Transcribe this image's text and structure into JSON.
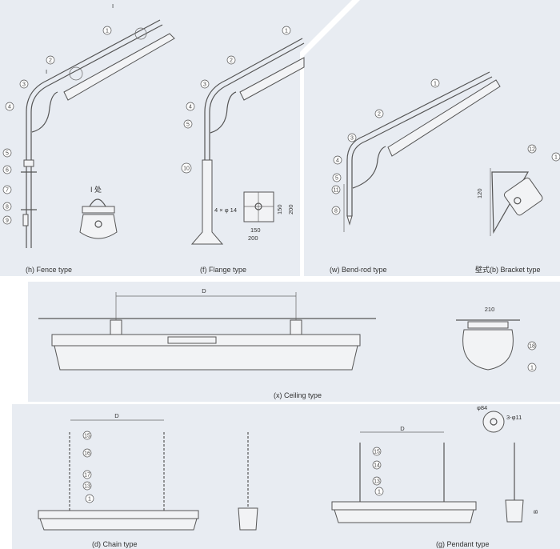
{
  "panels": {
    "fence": {
      "caption": "(h) Fence type",
      "detail_label": "I 处",
      "section_mark": "I",
      "callouts": [
        "1",
        "2",
        "3",
        "4",
        "5",
        "6",
        "7",
        "8",
        "9"
      ]
    },
    "flange": {
      "caption": "(f) Flange type",
      "callouts": [
        "1",
        "2",
        "3",
        "4",
        "5",
        "10"
      ],
      "hole_label": "4 × φ 14",
      "dim_inner": "150",
      "dim_outer": "200",
      "dim_inner_v": "150",
      "dim_outer_v": "200"
    },
    "bendrod": {
      "caption": "(w) Bend-rod type",
      "callouts": [
        "1",
        "2",
        "3",
        "4",
        "5",
        "11",
        "8"
      ]
    },
    "bracket": {
      "caption": "壁式(b) Bracket type",
      "callouts": [
        "12",
        "1"
      ],
      "dim": "120"
    },
    "ceiling": {
      "caption": "(x) Ceiling type",
      "dim_D": "D",
      "side_dim": "210",
      "callouts": [
        "18",
        "1"
      ]
    },
    "chain": {
      "caption": "(d) Chain type",
      "dim_D": "D",
      "callouts": [
        "15",
        "16",
        "17",
        "13",
        "1"
      ]
    },
    "pendant": {
      "caption": "(g) Pendant type",
      "dim_D": "D",
      "callouts": [
        "15",
        "14",
        "13",
        "1"
      ],
      "flange_dia": "φ84",
      "holes": "3-φ11",
      "dim_B": "B"
    }
  },
  "colors": {
    "background": "#e8ecf2",
    "line": "#555555"
  }
}
